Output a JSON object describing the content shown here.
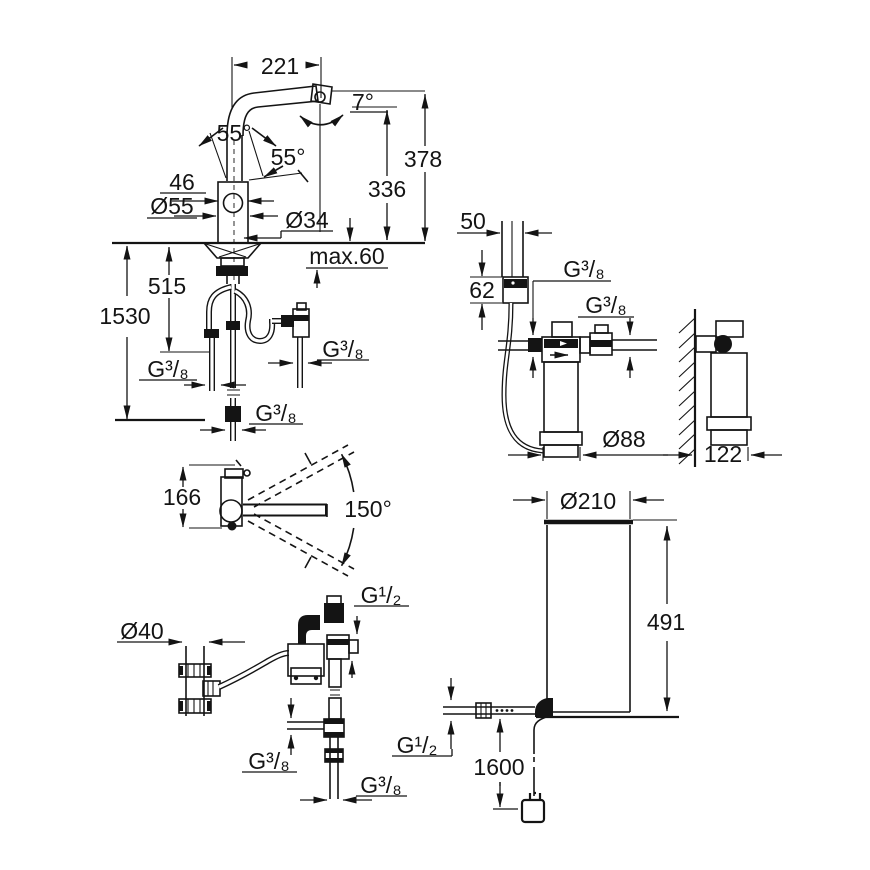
{
  "page": {
    "background": "#ffffff",
    "ink": "#141414",
    "description": "Technical installation dimension drawing: kitchen mixer tap with under-sink filter, control box and water tank"
  },
  "views": {
    "faucet_front_view": {
      "spout_reach_mm": "221",
      "spout_down_angle": "7°",
      "height_to_spout_top_mm": "378",
      "height_to_outlet_mm": "336",
      "handle_angle_front": "55°",
      "handle_angle_side": "55°",
      "handle_clearance_mm": "46",
      "body_diameter": "Ø55",
      "deck_hole_diameter": "Ø34",
      "max_deck_thickness": "max.60",
      "connection_length_mm": "515",
      "hose_length_mm": "1530",
      "thread_left": "G³/₈",
      "thread_right": "G³/₈",
      "thread_center": "G³/₈"
    },
    "faucet_top_view": {
      "body_depth_mm": "166",
      "swivel_range": "150°"
    },
    "filter_head_front_view": {
      "hose_width_mm": "50",
      "control_box_height_mm": "62",
      "thread_inlet": "G³/₈",
      "thread_outlet": "G³/₈",
      "filter_diameter": "Ø88"
    },
    "filter_side_view": {
      "wall_depth_mm": "122"
    },
    "connection_assembly_view": {
      "drain_pipe_diameter": "Ø40",
      "thread_top": "G¹/₂",
      "thread_branch": "G³/₈",
      "thread_bottom": "G³/₈"
    },
    "tank_view": {
      "tank_diameter": "Ø210",
      "tank_height_mm": "491",
      "connection_thread": "G¹/₂",
      "cable_length_mm": "1600"
    }
  }
}
